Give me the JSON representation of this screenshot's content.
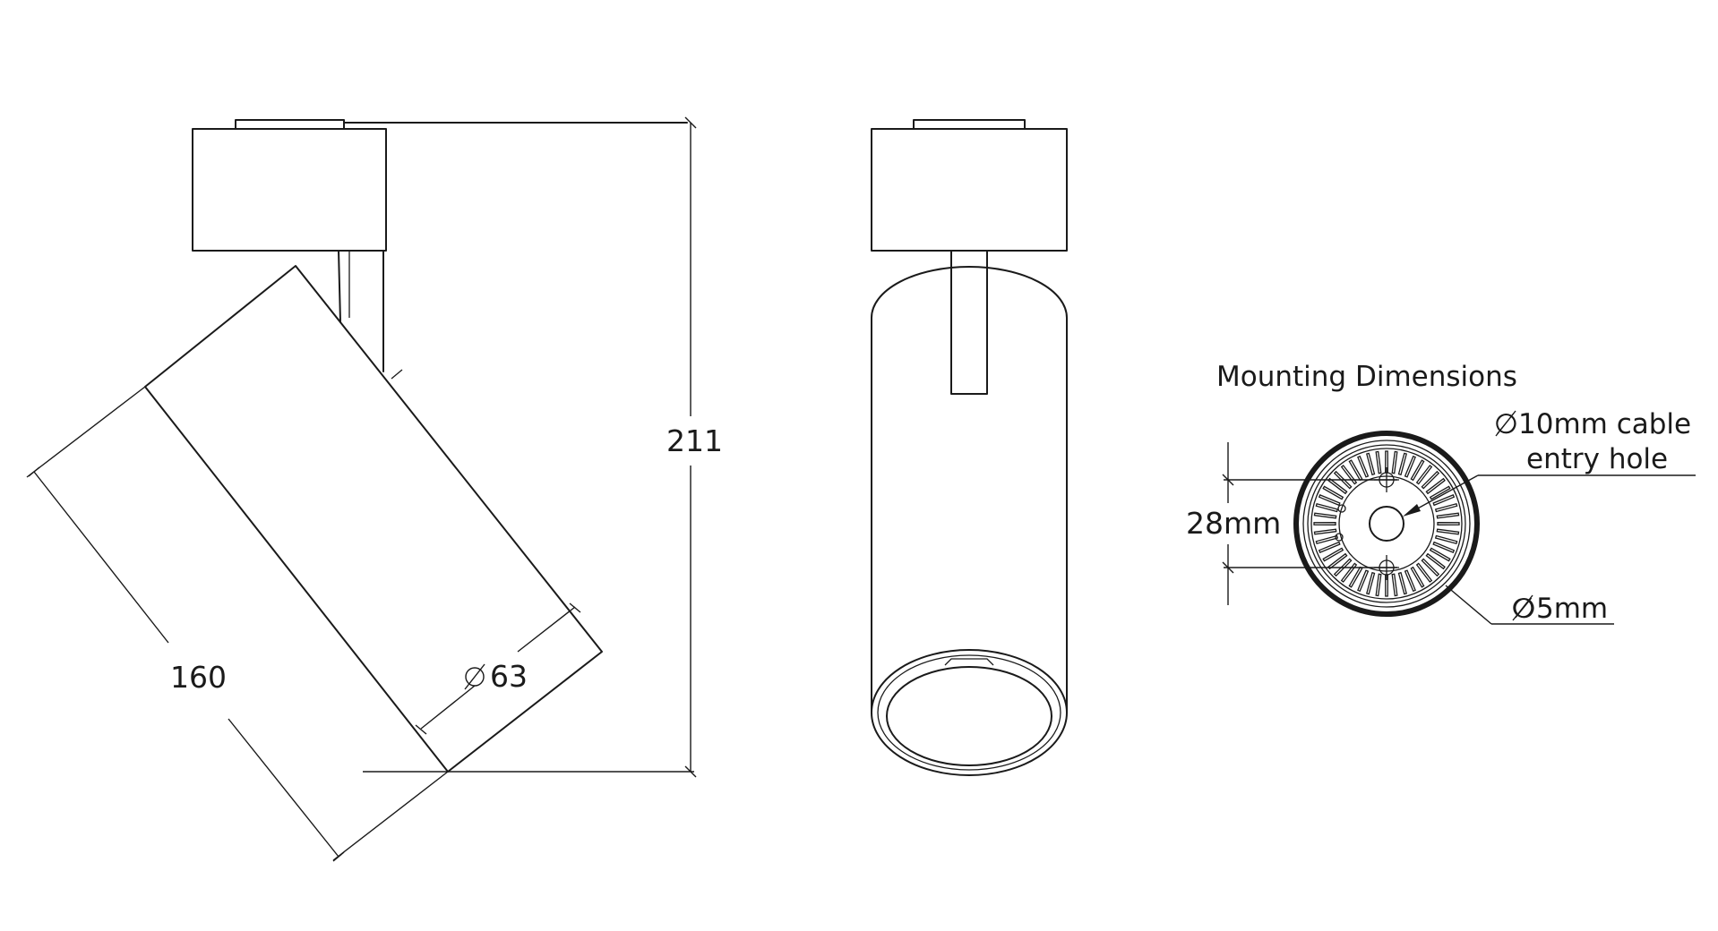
{
  "side_view": {
    "height_label": "211",
    "length_label": "160",
    "diameter_label": "63",
    "diameter_symbol": "∅"
  },
  "front_view": {},
  "mounting": {
    "title": "Mounting Dimensions",
    "cable_hole_line1": "∅10mm cable",
    "cable_hole_line2": "entry hole",
    "spacing_label": "28mm",
    "screw_label": "∅5mm"
  }
}
